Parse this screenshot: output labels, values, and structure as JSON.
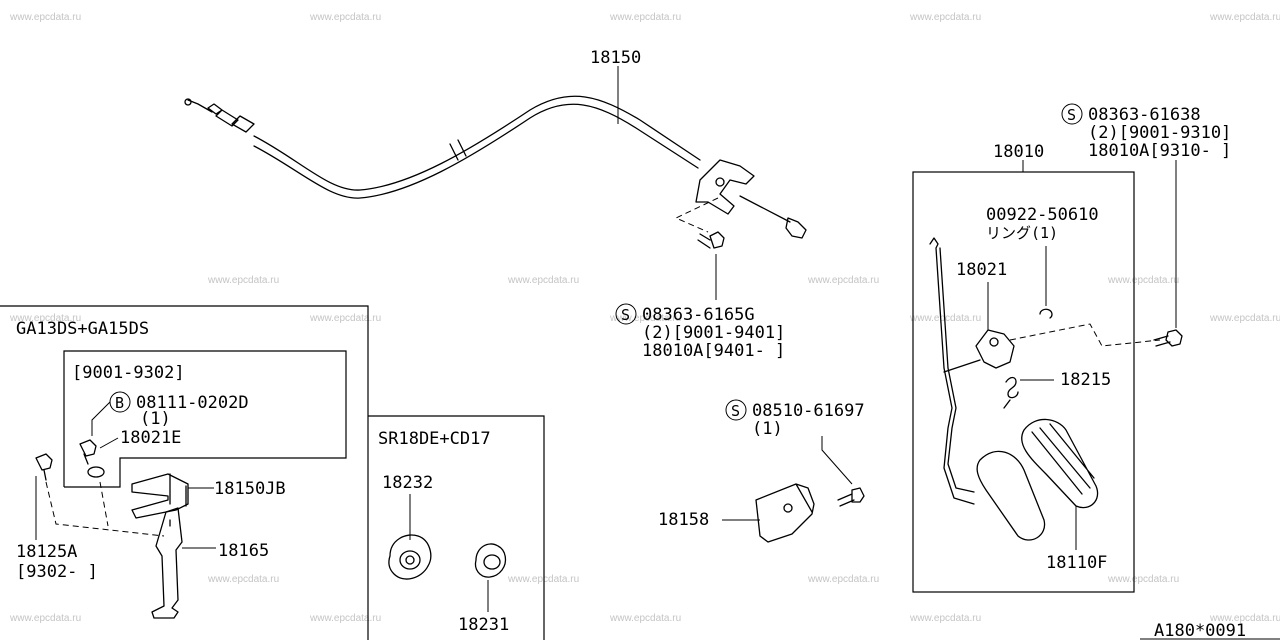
{
  "watermark": "www.epcdata.ru",
  "labels": {
    "cable": "18150",
    "pedal_assy": "18010",
    "bolt_a_code": "08363-61638",
    "bolt_a_qty": "(2)[9001-9310]",
    "bolt_a_alt": "18010A[9310-  ]",
    "ring_code": "00922-50610",
    "ring_name": "リング(1)",
    "stopper": "18021",
    "spring": "18215",
    "pad": "18110F",
    "bolt_b_code": "08363-6165G",
    "bolt_b_qty": "(2)[9001-9401]",
    "bolt_b_alt": "18010A[9401-    ]",
    "bolt_c_code": "08510-61697",
    "bolt_c_qty": "(1)",
    "bracket": "18158",
    "ga_title": "GA13DS+GA15DS",
    "ga_range": "[9001-9302]",
    "bolt_d_code": "08111-0202D",
    "bolt_d_qty": "(1)",
    "stopper_e": "18021E",
    "clip": "18150JB",
    "clip_bracket": "18165",
    "screw": "18125A",
    "screw_range": "[9302-    ]",
    "sr_title": "SR18DE+CD17",
    "grommet_large": "18232",
    "grommet_small": "18231",
    "page_code": "A180*0091"
  },
  "badges": {
    "s": "S",
    "b": "B"
  }
}
